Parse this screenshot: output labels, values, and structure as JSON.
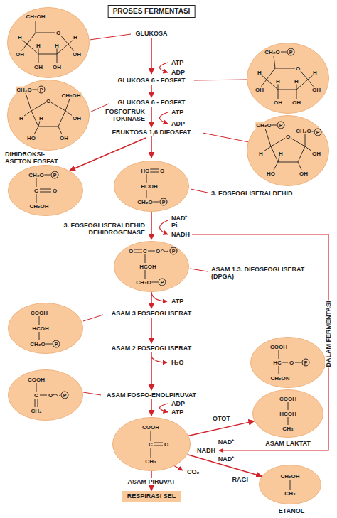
{
  "diagram": {
    "title": "PROSES FERMENTASI",
    "nodes": [
      {
        "text": [
          "CH₂OH",
          "O",
          "H",
          "OH",
          "H",
          "OH",
          "H",
          "OH",
          "H",
          "OH"
        ]
      },
      {
        "text": [
          "CH₂O",
          "P",
          "O",
          "H",
          "OH",
          "H",
          "OH",
          "H",
          "OH",
          "H",
          "OH"
        ]
      },
      {
        "text": [
          "CH₂O",
          "P",
          "O",
          "CH₂OH",
          "H",
          "OH",
          "HO",
          "OH",
          "H"
        ]
      },
      {
        "text": [
          "CH₂O",
          "P",
          "O",
          "CH₂O",
          "P",
          "H",
          "OH",
          "HO",
          "OH",
          "H"
        ]
      },
      {
        "text": [
          "CH₂O",
          "P",
          "C",
          "O",
          "CH₂OH"
        ]
      },
      {
        "text": [
          "HC",
          "O",
          "HCOH",
          "CH₂O",
          "P"
        ]
      },
      {
        "text": [
          "O",
          "C",
          "O",
          "P",
          "HCOH",
          "CH₂O",
          "P"
        ]
      },
      {
        "text": [
          "COOH",
          "HCOH",
          "CH₂O",
          "P"
        ]
      },
      {
        "text": [
          "COOH",
          "HC",
          "O",
          "P",
          "CH₂ON"
        ]
      },
      {
        "text": [
          "COOH",
          "C",
          "O",
          "P",
          "CH₂"
        ]
      },
      {
        "text": [
          "COOH",
          "C",
          "O",
          "CH₃"
        ]
      },
      {
        "text": [
          "COOH",
          "HCOH",
          "CH₃"
        ]
      },
      {
        "text": [
          "CH₂OH",
          "CH₃"
        ]
      },
      {
        "text": [
          "RESPIRASI SEL"
        ]
      }
    ],
    "edges": [
      {
        "from": 10,
        "to": 11,
        "arrow": "to",
        "label": "OTOT"
      },
      {
        "from": 10,
        "to": 12,
        "arrow": "to",
        "label": "RAGI"
      },
      {
        "from": 10,
        "to": 13,
        "arrow": "to"
      }
    ],
    "labels": [
      "GLUKOSA",
      "ATP",
      "ADP",
      "GLUKOSA 6 - FOSFAT",
      "GLUKOSA 6 - FOSFAT",
      "FOSFOFRUK TOKINASE",
      "ATP",
      "ADP",
      "FRUKTOSA 1,6 DIFOSFAT",
      "DIHIDROKSI- ASETON FOSFAT",
      "3. FOSFOGLISERALDEHID",
      "3. FOSFOGLISERALDEHID DEHIDROGENASE",
      "NAD⁺",
      "Pi",
      "NADH",
      "ASAM 1.3. DIFOSFOGLISERAT (DPGA)",
      "ATP",
      "ASAM 3 FOSFOGLISERAT",
      "ASAM 2 FOSFOGLISERAT",
      "H₂O",
      "ASAM FOSFO-ENOLPIRUVAT",
      "ADP",
      "ATP",
      "DALAM FERMENTASI",
      "NAD⁺",
      "NADH",
      "NAD⁺",
      "CO₂",
      "ASAM PIRUVAT",
      "ASAM LAKTAT",
      "ETANOL"
    ]
  }
}
